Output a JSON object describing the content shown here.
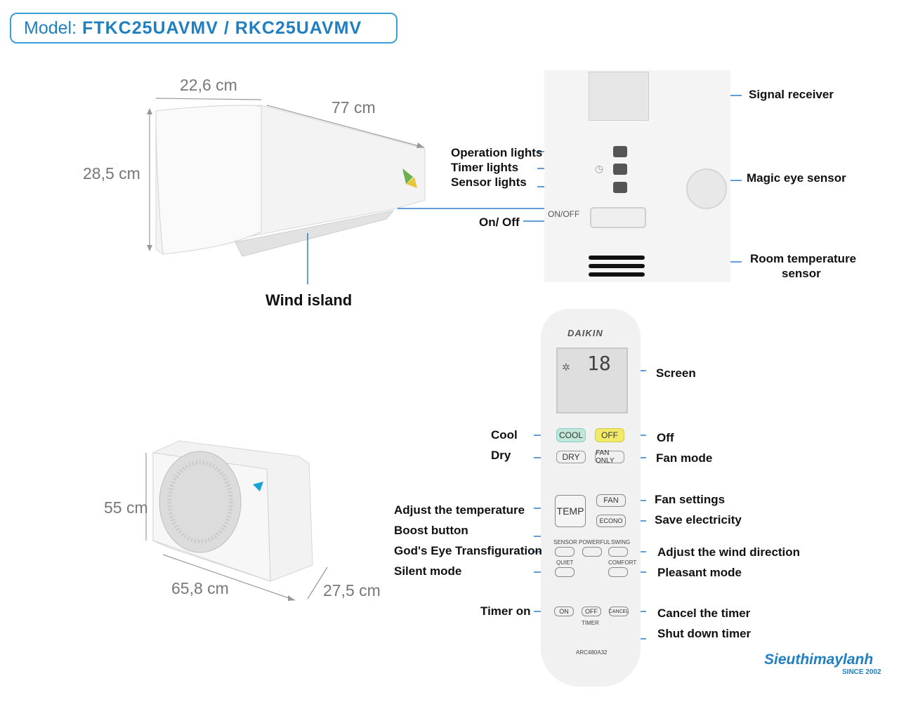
{
  "header": {
    "model_label": "Model:",
    "model_value": "FTKC25UAVMV / RKC25UAVMV"
  },
  "indoor_unit": {
    "dim_depth": "22,6 cm",
    "dim_width": "77 cm",
    "dim_height": "28,5 cm",
    "wind_island": "Wind island"
  },
  "outdoor_unit": {
    "dim_height": "55 cm",
    "dim_width": "65,8 cm",
    "dim_depth": "27,5 cm"
  },
  "display_panel": {
    "signal_receiver": "Signal receiver",
    "operation_lights": "Operation lights",
    "timer_lights": "Timer lights",
    "sensor_lights": "Sensor lights",
    "magic_eye_sensor": "Magic eye sensor",
    "on_off": "On/ Off",
    "on_off_button": "ON/OFF",
    "room_temp_sensor_line1": "Room temperature",
    "room_temp_sensor_line2": "sensor"
  },
  "remote": {
    "brand": "DAIKIN",
    "screen_temp": "18",
    "model_code": "ARC480A32",
    "buttons": {
      "cool": "COOL",
      "off": "OFF",
      "dry": "DRY",
      "fan_only": "FAN ONLY",
      "temp": "TEMP",
      "fan": "FAN",
      "econo": "ECONO",
      "sensor": "SENSOR",
      "powerful": "POWERFUL",
      "swing": "SWING",
      "quiet": "QUIET",
      "comfort": "COMFORT",
      "on": "ON",
      "timer_off": "OFF",
      "cancel": "CANCEL",
      "timer": "TIMER"
    },
    "labels": {
      "screen": "Screen",
      "cool": "Cool",
      "off": "Off",
      "dry": "Dry",
      "fan_mode": "Fan mode",
      "adjust_temperature": "Adjust the temperature",
      "fan_settings": "Fan settings",
      "boost_button": "Boost button",
      "save_electricity": "Save electricity",
      "gods_eye": "God's Eye Transfiguration",
      "adjust_wind": "Adjust the wind direction",
      "silent_mode": "Silent mode",
      "pleasant_mode": "Pleasant mode",
      "timer_on": "Timer on",
      "cancel_timer": "Cancel the timer",
      "shut_down_timer": "Shut down timer"
    }
  },
  "logo": {
    "name": "Sieuthimaylanh",
    "since": "SINCE 2002"
  },
  "colors": {
    "accent": "#1f7fc0",
    "leader": "#2f7fc6",
    "cool_btn": "#bfe8d8",
    "off_btn": "#f4ea6a"
  }
}
